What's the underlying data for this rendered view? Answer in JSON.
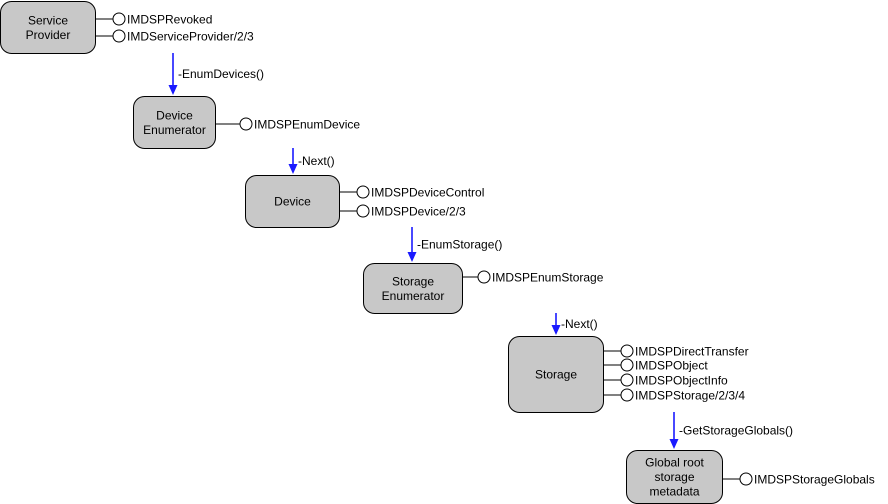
{
  "colors": {
    "node_fill": "#c8c8c8",
    "arrow": "#1a1aff",
    "line": "#000000"
  },
  "nodes": [
    {
      "id": "service-provider",
      "lines": [
        "Service",
        "Provider"
      ],
      "interfaces": [
        "IMDSPRevoked",
        "IMDServiceProvider/2/3"
      ]
    },
    {
      "id": "device-enumerator",
      "lines": [
        "Device",
        "Enumerator"
      ],
      "interfaces": [
        "IMDSPEnumDevice"
      ]
    },
    {
      "id": "device",
      "lines": [
        "Device"
      ],
      "interfaces": [
        "IMDSPDeviceControl",
        "IMDSPDevice/2/3"
      ]
    },
    {
      "id": "storage-enumerator",
      "lines": [
        "Storage",
        "Enumerator"
      ],
      "interfaces": [
        "IMDSPEnumStorage"
      ]
    },
    {
      "id": "storage",
      "lines": [
        "Storage"
      ],
      "interfaces": [
        "IMDSPDirectTransfer",
        "IMDSPObject",
        "IMDSPObjectInfo",
        "IMDSPStorage/2/3/4"
      ]
    },
    {
      "id": "global-root-storage-metadata",
      "lines": [
        "Global root",
        "storage",
        "metadata"
      ],
      "interfaces": [
        "IMDSPStorageGlobals"
      ]
    }
  ],
  "calls": [
    "-EnumDevices()",
    "-Next()",
    "-EnumStorage()",
    "-Next()",
    "-GetStorageGlobals()"
  ]
}
